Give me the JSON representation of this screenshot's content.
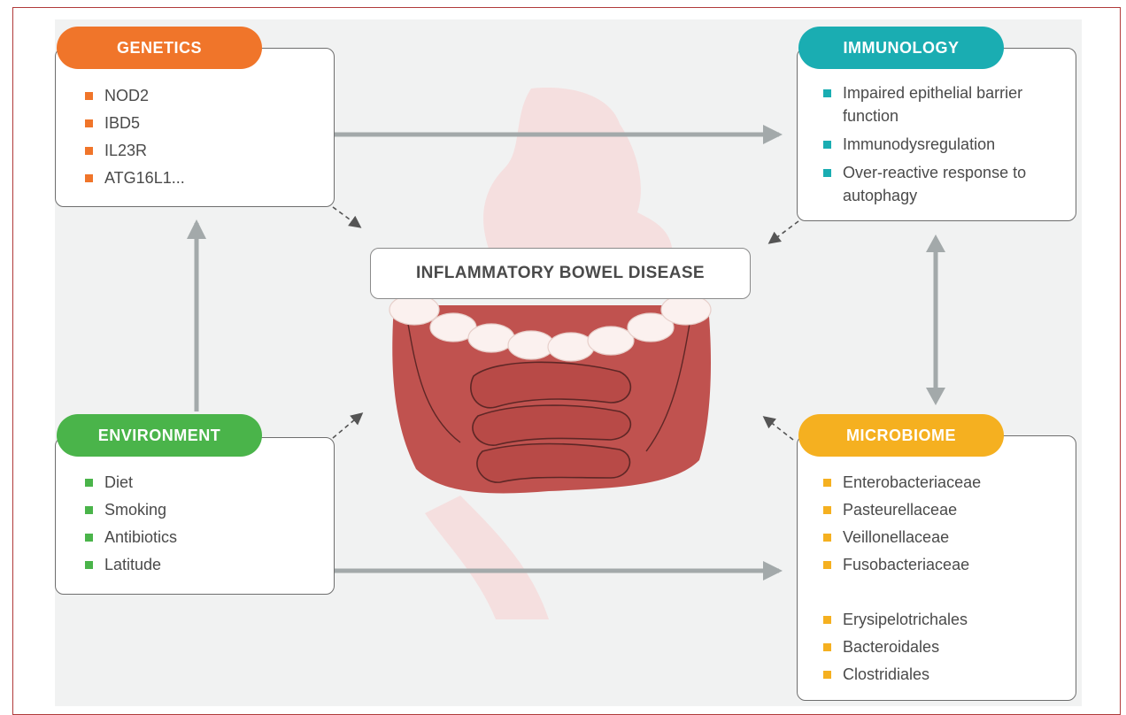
{
  "title": "INFLAMMATORY BOWEL DISEASE",
  "colors": {
    "genetics": "#f0752a",
    "immunology": "#1aadb2",
    "environment": "#4ab44a",
    "microbiome": "#f5b020",
    "arrow": "#a3a9aa",
    "intestine": "#c0524f"
  },
  "genetics": {
    "label": "GENETICS",
    "items": [
      "NOD2",
      "IBD5",
      "IL23R",
      "ATG16L1..."
    ]
  },
  "immunology": {
    "label": "IMMUNOLOGY",
    "items": [
      "Impaired epithelial barrier function",
      "Immunodysregulation",
      "Over-reactive response to autophagy"
    ]
  },
  "environment": {
    "label": "ENVIRONMENT",
    "items": [
      "Diet",
      "Smoking",
      "Antibiotics",
      "Latitude"
    ]
  },
  "microbiome": {
    "label": "MICROBIOME",
    "increased": [
      "Enterobacteriaceae",
      "Pasteurellaceae",
      "Veillonellaceae",
      "Fusobacteriaceae"
    ],
    "decreased": [
      "Erysipelotrichales",
      "Bacteroidales",
      "Clostridiales"
    ]
  }
}
